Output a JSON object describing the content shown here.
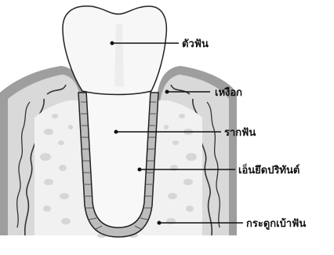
{
  "labels": {
    "crown": "ตัวฟัน",
    "gum": "เหงือก",
    "root": "รากฟัน",
    "ligament": "เอ็นยึดปริทันต์",
    "bone": "กระดูกเบ้าฟัน"
  },
  "colors": {
    "background": "#ffffff",
    "crown_fill": "#f7f7f7",
    "gum_outer": "#9e9e9e",
    "gum_light": "#d7d7d7",
    "bone_fill": "#f1f1f1",
    "bone_pores": "#dadada",
    "nerve_lines": "#333333",
    "outline": "#222222"
  }
}
